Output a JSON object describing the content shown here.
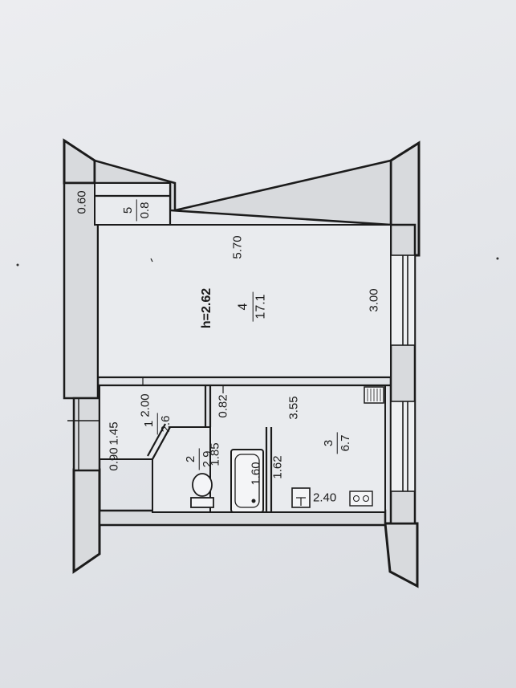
{
  "rooms": [
    {
      "number": "1",
      "area": "2.6"
    },
    {
      "number": "2",
      "area": "2.9"
    },
    {
      "number": "3",
      "area": "6.7"
    },
    {
      "number": "4",
      "area": "17.1"
    },
    {
      "number": "5",
      "area": "0.8"
    }
  ],
  "ceiling_height": "h=2.62",
  "dimensions": [
    "0.60",
    "5.70",
    "3.00",
    "2.00",
    "0.82",
    "3.55",
    "1.45",
    "0.90",
    "1.85",
    "1.60",
    "1.62",
    "2.40"
  ],
  "colors": {
    "wall": "#d8dadd",
    "line": "#1b1b1b",
    "paper": "#e6e8ec"
  }
}
